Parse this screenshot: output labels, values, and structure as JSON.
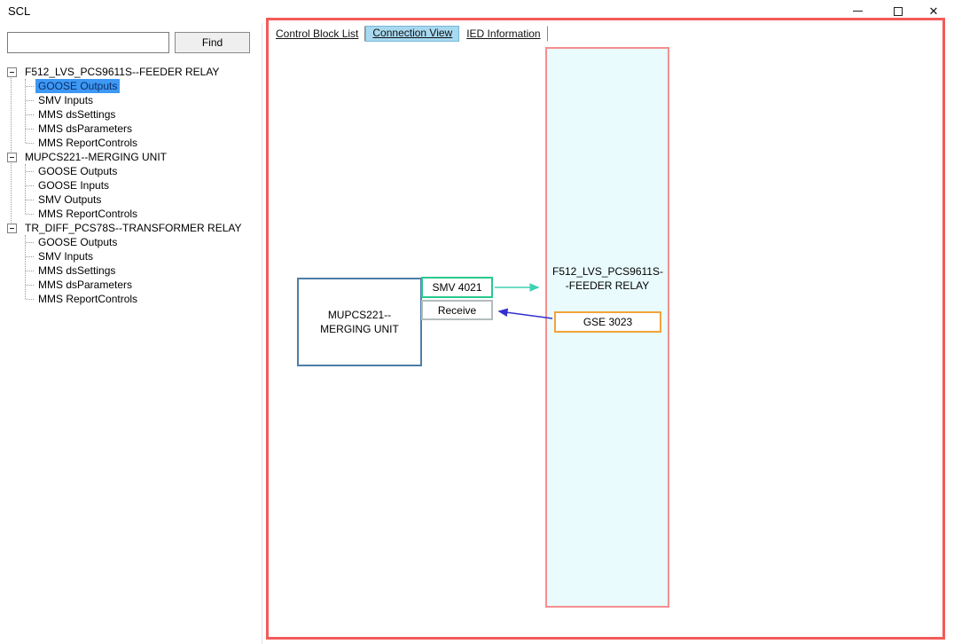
{
  "window": {
    "title": "SCL"
  },
  "icons": {
    "close": "✕"
  },
  "sidebar": {
    "search_value": "",
    "find_button": "Find",
    "tree": [
      {
        "label": "F512_LVS_PCS9611S--FEEDER RELAY",
        "expanded": true,
        "children": [
          {
            "label": "GOOSE Outputs",
            "selected": true
          },
          {
            "label": "SMV Inputs",
            "selected": false
          },
          {
            "label": "MMS dsSettings",
            "selected": false
          },
          {
            "label": "MMS dsParameters",
            "selected": false
          },
          {
            "label": "MMS ReportControls",
            "selected": false
          }
        ]
      },
      {
        "label": "MUPCS221--MERGING UNIT",
        "expanded": true,
        "children": [
          {
            "label": "GOOSE Outputs",
            "selected": false
          },
          {
            "label": "GOOSE Inputs",
            "selected": false
          },
          {
            "label": "SMV Outputs",
            "selected": false
          },
          {
            "label": "MMS ReportControls",
            "selected": false
          }
        ]
      },
      {
        "label": "TR_DIFF_PCS78S--TRANSFORMER RELAY",
        "expanded": true,
        "children": [
          {
            "label": "GOOSE Outputs",
            "selected": false
          },
          {
            "label": "SMV Inputs",
            "selected": false
          },
          {
            "label": "MMS dsSettings",
            "selected": false
          },
          {
            "label": "MMS dsParameters",
            "selected": false
          },
          {
            "label": "MMS ReportControls",
            "selected": false
          }
        ]
      }
    ]
  },
  "tabs": [
    {
      "label": "Control Block List",
      "selected": false
    },
    {
      "label": "Connection View",
      "selected": true
    },
    {
      "label": "IED Information",
      "selected": false
    }
  ],
  "diagram": {
    "ied_box_label": "F512_LVS_PCS9611S--FEEDER RELAY",
    "merging_unit_label": "MUPCS221--MERGING UNIT",
    "smv_label": "SMV 4021",
    "receive_label": "Receive",
    "gse_label": "GSE 3023"
  },
  "colors": {
    "panel_border": "#f25b58",
    "ied_border": "#f58f8f",
    "ied_fill": "#e9fbfd",
    "mu_border": "#4d7da8",
    "smv_border": "#29c98d",
    "receive_border": "#b3bcbc",
    "gse_border": "#f2a33c",
    "arrow_smv": "#3fd0b4",
    "arrow_gse": "#3330cf",
    "tab_selected_bg": "#a8d9f0",
    "tree_selected_bg": "#3d99f5",
    "tree_selected_text": "#0d2d66"
  }
}
